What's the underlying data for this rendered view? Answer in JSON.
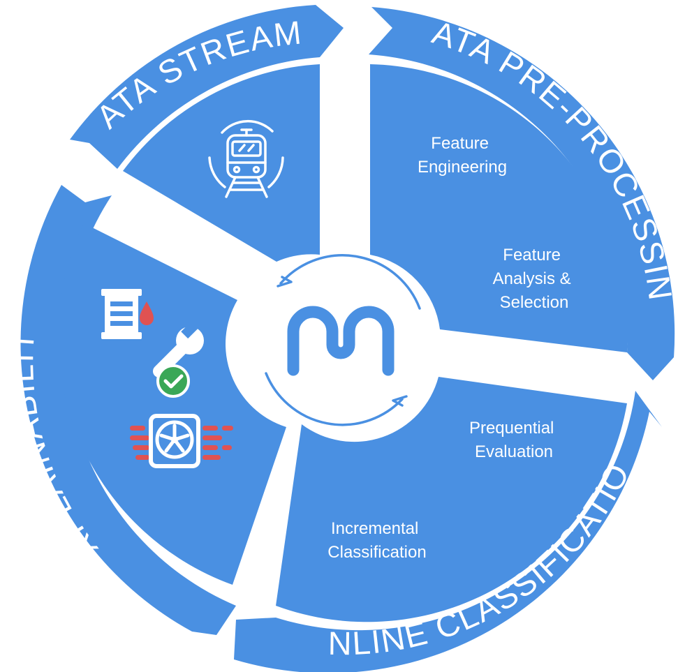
{
  "colors": {
    "segment": "#4a90e2",
    "gap": "#ffffff",
    "warning": "#e05252",
    "success": "#3aa757"
  },
  "ring_labels": {
    "data_streams": "DATA STREAMS",
    "data_preprocessing": "DATA PRE-PROCESSING",
    "online_classification": "ONLINE CLASSIFICATION",
    "explainability": "EXPLAINABILITY"
  },
  "stages": {
    "feature_engineering": [
      "Feature",
      "Engineering"
    ],
    "feature_analysis": [
      "Feature",
      "Analysis &",
      "Selection"
    ],
    "prequential_evaluation": [
      "Prequential",
      "Evaluation"
    ],
    "incremental_classification": [
      "Incremental",
      "Classification"
    ]
  },
  "icons": {
    "data_streams": "train-icon",
    "explainability": [
      "oil-tank-icon",
      "wrench-check-icon",
      "overheating-fan-icon"
    ],
    "center": "cycle-logo-icon"
  }
}
